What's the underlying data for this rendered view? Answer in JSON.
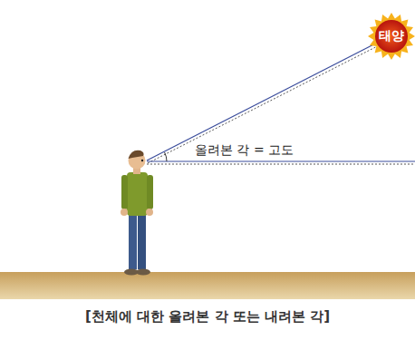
{
  "diagram": {
    "caption": "[천체에 대한 올려본 각 또는 내려본 각]",
    "nodes": [
      {
        "text": [
          "태양"
        ]
      }
    ],
    "labels": [
      "올려본 각 = 고도"
    ]
  }
}
